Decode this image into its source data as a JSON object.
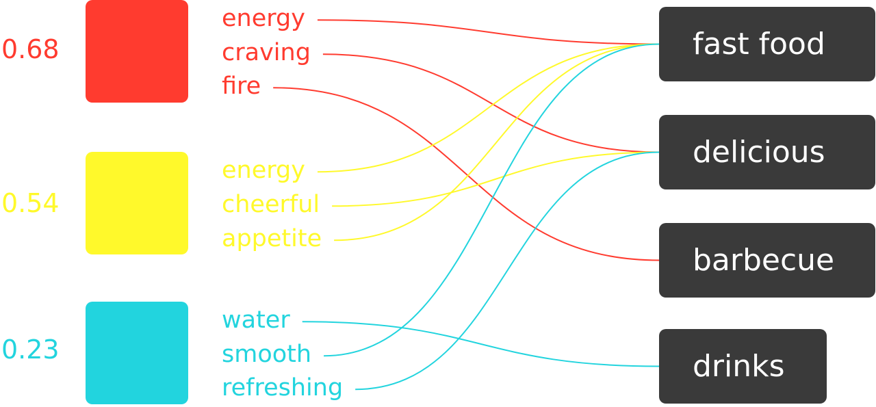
{
  "colors": {
    "red": "#ff3b2f",
    "yellow": "#fff92b",
    "cyan": "#22d4de",
    "box": "#3a3a3a"
  },
  "groups": [
    {
      "score": "0.68",
      "color": "#ff3b2f",
      "words": [
        "energy",
        "craving",
        "fire"
      ]
    },
    {
      "score": "0.54",
      "color": "#fff92b",
      "words": [
        "energy",
        "cheerful",
        "appetite"
      ]
    },
    {
      "score": "0.23",
      "color": "#22d4de",
      "words": [
        "water",
        "smooth",
        "refreshing"
      ]
    }
  ],
  "targets": [
    "fast food",
    "delicious",
    "barbecue",
    "drinks"
  ],
  "links": [
    {
      "group": 0,
      "word": 0,
      "target": 0
    },
    {
      "group": 0,
      "word": 1,
      "target": 1
    },
    {
      "group": 0,
      "word": 2,
      "target": 2
    },
    {
      "group": 1,
      "word": 0,
      "target": 0
    },
    {
      "group": 1,
      "word": 1,
      "target": 1
    },
    {
      "group": 1,
      "word": 2,
      "target": 0
    },
    {
      "group": 2,
      "word": 0,
      "target": 3
    },
    {
      "group": 2,
      "word": 1,
      "target": 0
    },
    {
      "group": 2,
      "word": 2,
      "target": 1
    }
  ]
}
